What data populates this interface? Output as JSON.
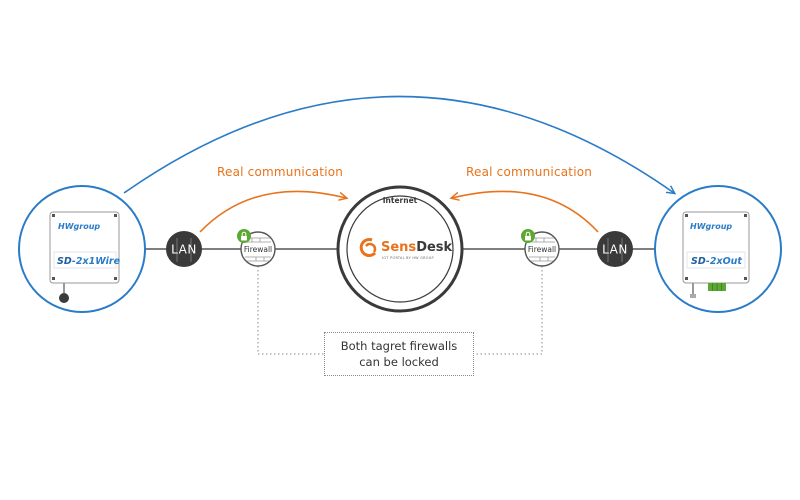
{
  "left_device": {
    "brand": "HWgroup",
    "model_prefix": "SD",
    "model": "-2x1Wire"
  },
  "right_device": {
    "brand": "HWgroup",
    "model_prefix": "SD",
    "model": "-2xOut"
  },
  "lan_label": "LAN",
  "firewall_label": "Firewall",
  "internet": {
    "label": "Internet",
    "logo_text": "SensDesk",
    "logo_tagline": "IOT PORTAL BY HW GROUP"
  },
  "communication_label_left": "Real communication",
  "communication_label_right": "Real communication",
  "note": {
    "line1": "Both tagret firewalls",
    "line2": "can be locked"
  },
  "colors": {
    "blue": "#2a7cc7",
    "orange": "#e8731c",
    "dark": "#3a3a3a",
    "green": "#5ba832",
    "line": "#555555"
  }
}
